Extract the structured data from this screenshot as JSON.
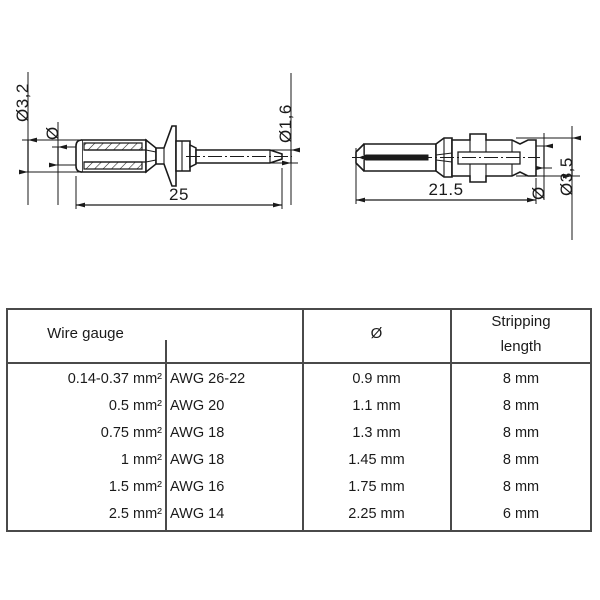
{
  "document": {
    "type": "technical-drawing",
    "title": "Crimp contact pin and socket dimensional drawing with wire gauge table",
    "background_color": "#ffffff",
    "line_color": "#1a1a1a"
  },
  "drawings": {
    "pin": {
      "name": "male-crimp-contact-pin",
      "length_dimension": "25",
      "diameter_label_left": "Ø3,2",
      "diameter_label_crimp": "Ø",
      "diameter_label_right": "Ø1,6"
    },
    "socket": {
      "name": "female-crimp-contact-socket",
      "length_dimension": "21.5",
      "diameter_label_inner": "Ø",
      "diameter_label_outer": "Ø3,5"
    }
  },
  "table": {
    "headers": {
      "wire_gauge": "Wire gauge",
      "diameter": "Ø",
      "stripping_length_line1": "Stripping",
      "stripping_length_line2": "length"
    },
    "rows": [
      {
        "area": "0.14-0.37 mm²",
        "awg": "AWG 26-22",
        "diameter": "0.9 mm",
        "stripping": "8 mm"
      },
      {
        "area": "0.5 mm²",
        "awg": "AWG 20",
        "diameter": "1.1 mm",
        "stripping": "8 mm"
      },
      {
        "area": "0.75 mm²",
        "awg": "AWG 18",
        "diameter": "1.3 mm",
        "stripping": "8 mm"
      },
      {
        "area": "1 mm²",
        "awg": "AWG 18",
        "diameter": "1.45 mm",
        "stripping": "8 mm"
      },
      {
        "area": "1.5 mm²",
        "awg": "AWG 16",
        "diameter": "1.75 mm",
        "stripping": "8 mm"
      },
      {
        "area": "2.5 mm²",
        "awg": "AWG 14",
        "diameter": "2.25 mm",
        "stripping": "6 mm"
      }
    ]
  }
}
